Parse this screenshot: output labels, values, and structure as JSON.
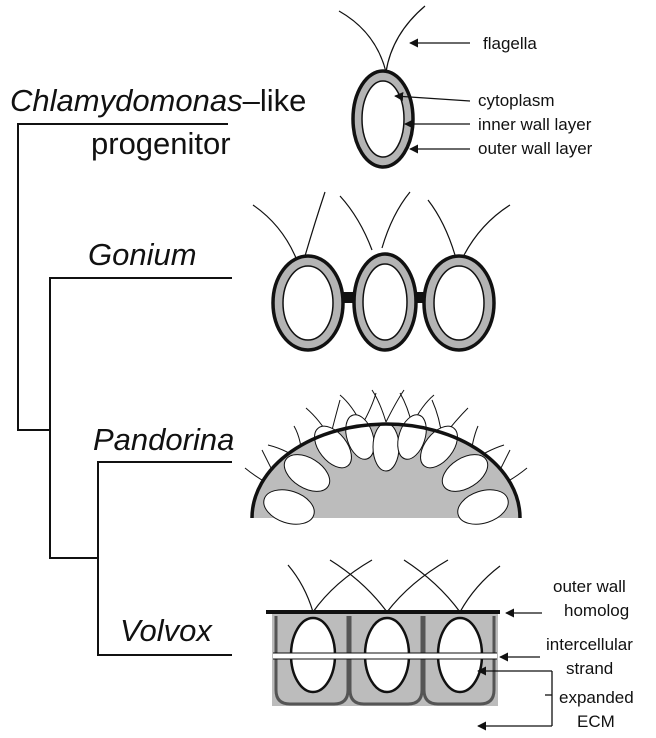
{
  "taxa": {
    "progenitor_italic": "Chlamydomonas",
    "progenitor_suffix": "–like",
    "progenitor_line2": "progenitor",
    "gonium": "Gonium",
    "pandorina": "Pandorina",
    "volvox": "Volvox"
  },
  "labels": {
    "flagella": "flagella",
    "cytoplasm": "cytoplasm",
    "inner_wall": "inner wall layer",
    "outer_wall": "outer wall layer",
    "outer_wall_homolog_1": "outer wall",
    "outer_wall_homolog_2": "homolog",
    "intercellular_1": "intercellular",
    "intercellular_2": "strand",
    "expanded_ecm_1": "expanded",
    "expanded_ecm_2": "ECM"
  },
  "colors": {
    "wall_gray": "#b4b4b4",
    "ecm_gray": "#bcbcbc",
    "stroke": "#111111"
  }
}
